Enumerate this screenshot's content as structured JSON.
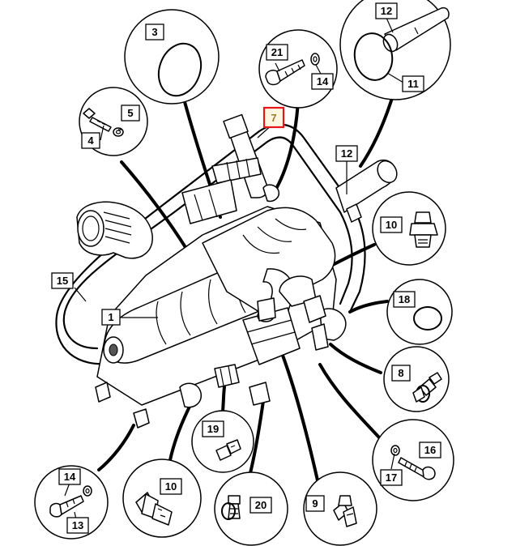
{
  "callouts": {
    "c1": "1",
    "c3": "3",
    "c4": "4",
    "c5": "5",
    "c7": "7",
    "c8": "8",
    "c9": "9",
    "c10_top": "10",
    "c10_bottom": "10",
    "c11": "11",
    "c12_top": "12",
    "c12_mid": "12",
    "c13": "13",
    "c14_top": "14",
    "c14_bottom": "14",
    "c15": "15",
    "c16": "16",
    "c17": "17",
    "c18": "18",
    "c19": "19",
    "c20": "20",
    "c21": "21"
  },
  "highlight": {
    "callout": "7",
    "border_color": "#e8161b",
    "fill_color": "#fdf6e0"
  },
  "colors": {
    "line": "#000000",
    "background": "#ffffff"
  }
}
